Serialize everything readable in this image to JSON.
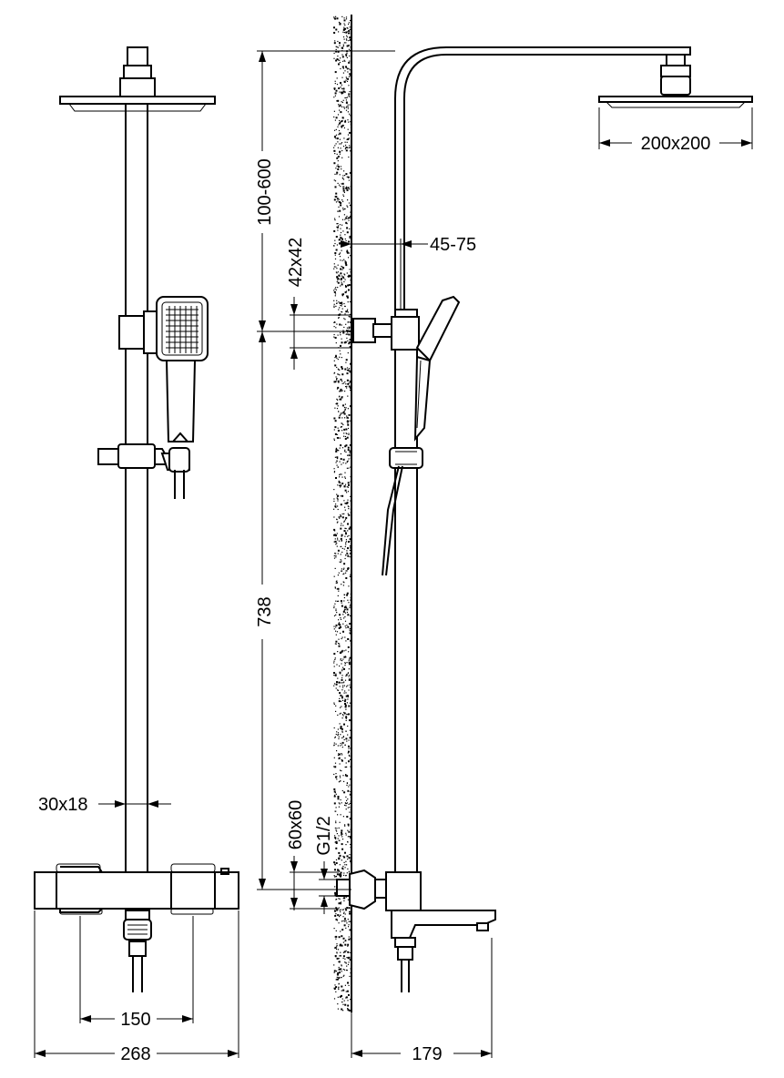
{
  "dimensions": {
    "head_size": "200x200",
    "arm_length": "100-600",
    "wall_gap": "45-75",
    "bracket_size": "42x42",
    "rod_section": "30x18",
    "column_height": "738",
    "body_size": "60x60",
    "inlet_thread": "G1/2",
    "inlet_spacing": "150",
    "body_width": "268",
    "spout_projection": "179"
  },
  "colors": {
    "line": "#000000",
    "background": "#ffffff"
  }
}
